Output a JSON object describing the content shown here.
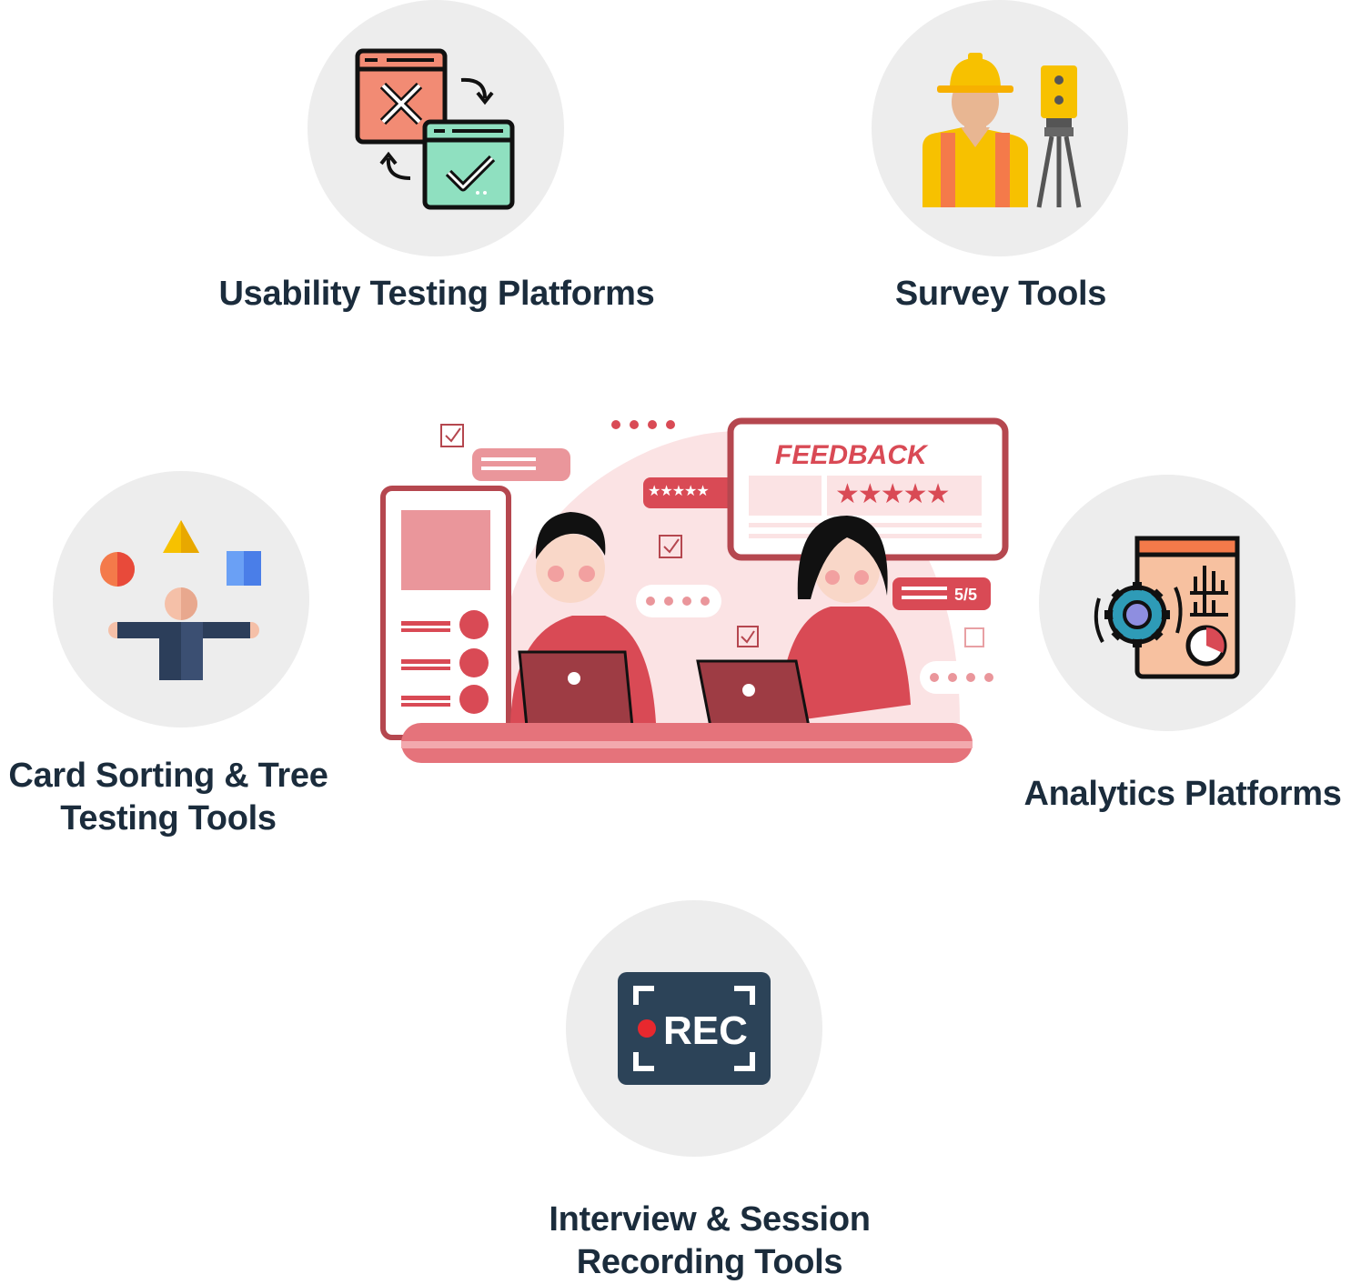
{
  "nodes": {
    "usability": {
      "label": "Usability Testing Platforms",
      "icon": "browser-windows-swap-icon"
    },
    "survey": {
      "label": "Survey Tools",
      "icon": "surveyor-with-theodolite-icon"
    },
    "card_sorting": {
      "line1": "Card Sorting & Tree",
      "line2": "Testing Tools",
      "icon": "juggling-shapes-icon"
    },
    "analytics": {
      "label": "Analytics Platforms",
      "icon": "gear-report-icon"
    },
    "recording": {
      "line1": "Interview & Session",
      "line2": "Recording Tools",
      "icon": "rec-camera-frame-icon"
    }
  },
  "center_illustration": {
    "sign_text": "FEEDBACK",
    "rating_text": "5/5"
  },
  "colors": {
    "circle_bg": "#ededed",
    "label_text": "#1b2c3c",
    "accent_red": "#d94a55",
    "dark_red": "#9e3c44",
    "pink": "#f7d9db"
  }
}
